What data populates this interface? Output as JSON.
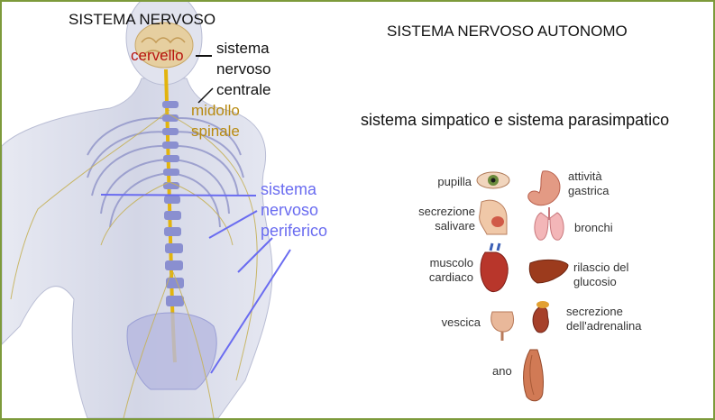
{
  "left": {
    "title": "SISTEMA NERVOSO",
    "cervello": "cervello",
    "snc_line1": "sistema",
    "snc_line2": "nervoso",
    "snc_line3": "centrale",
    "midollo_line1": "midollo",
    "midollo_line2": "spinale",
    "snp_line1": "sistema",
    "snp_line2": "nervoso",
    "snp_line3": "periferico"
  },
  "right": {
    "title": "SISTEMA NERVOSO AUTONOMO",
    "subtitle": "sistema simpatico e sistema parasimpatico",
    "organs_left": [
      {
        "line1": "pupilla",
        "line2": "",
        "icon": "eye-icon"
      },
      {
        "line1": "secrezione",
        "line2": "salivare",
        "icon": "head-salivary-icon"
      },
      {
        "line1": "muscolo",
        "line2": "cardiaco",
        "icon": "heart-icon"
      },
      {
        "line1": "vescica",
        "line2": "",
        "icon": "bladder-icon"
      }
    ],
    "organs_right": [
      {
        "line1": "attività",
        "line2": "gastrica",
        "icon": "stomach-icon"
      },
      {
        "line1": "bronchi",
        "line2": "",
        "icon": "lungs-icon"
      },
      {
        "line1": "rilascio del",
        "line2": "glucosio",
        "icon": "liver-icon"
      },
      {
        "line1": "secrezione",
        "line2": "dell'adrenalina",
        "icon": "kidney-adrenal-icon"
      }
    ],
    "bottom": {
      "line1": "ano",
      "icon": "rectum-icon"
    }
  },
  "colors": {
    "border": "#7d9a3b",
    "brain_label": "#b8140f",
    "spinal_label": "#b88a10",
    "peripheral_label": "#6a6cf0"
  }
}
